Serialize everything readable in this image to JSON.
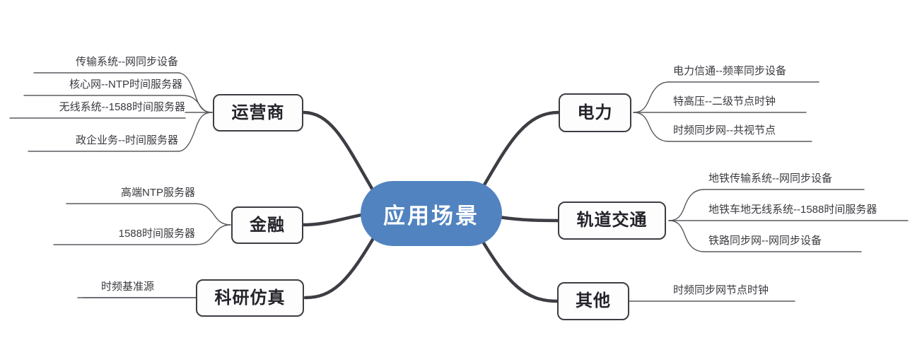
{
  "diagram": {
    "type": "mindmap",
    "title": "应用场景",
    "center": {
      "label": "应用场景",
      "color": "#5183c0",
      "text_color": "#ffffff"
    },
    "node_border_color": "#3d3d44",
    "node_text_color": "#23232a",
    "leaf_text_color": "#3a3a40",
    "branches": [
      {
        "id": "operator",
        "label": "运营商",
        "side": "left",
        "leaves": [
          {
            "label": "传输系统--网同步设备"
          },
          {
            "label": "核心网--NTP时间服务器"
          },
          {
            "label": "无线系统--1588时间服务器"
          },
          {
            "label": "政企业务--时间服务器"
          }
        ]
      },
      {
        "id": "finance",
        "label": "金融",
        "side": "left",
        "leaves": [
          {
            "label": "高端NTP服务器"
          },
          {
            "label": "1588时间服务器"
          }
        ]
      },
      {
        "id": "research",
        "label": "科研仿真",
        "side": "left",
        "leaves": [
          {
            "label": "时频基准源"
          }
        ]
      },
      {
        "id": "power",
        "label": "电力",
        "side": "right",
        "leaves": [
          {
            "label": "电力信通--频率同步设备"
          },
          {
            "label": "特高压--二级节点时钟"
          },
          {
            "label": "时频同步网--共视节点"
          }
        ]
      },
      {
        "id": "rail",
        "label": "轨道交通",
        "side": "right",
        "leaves": [
          {
            "label": "地铁传输系统--网同步设备"
          },
          {
            "label": "地铁车地无线系统--1588时间服务器"
          },
          {
            "label": "铁路同步网--网同步设备"
          }
        ]
      },
      {
        "id": "other",
        "label": "其他",
        "side": "right",
        "leaves": [
          {
            "label": "时频同步网节点时钟"
          }
        ]
      }
    ]
  }
}
